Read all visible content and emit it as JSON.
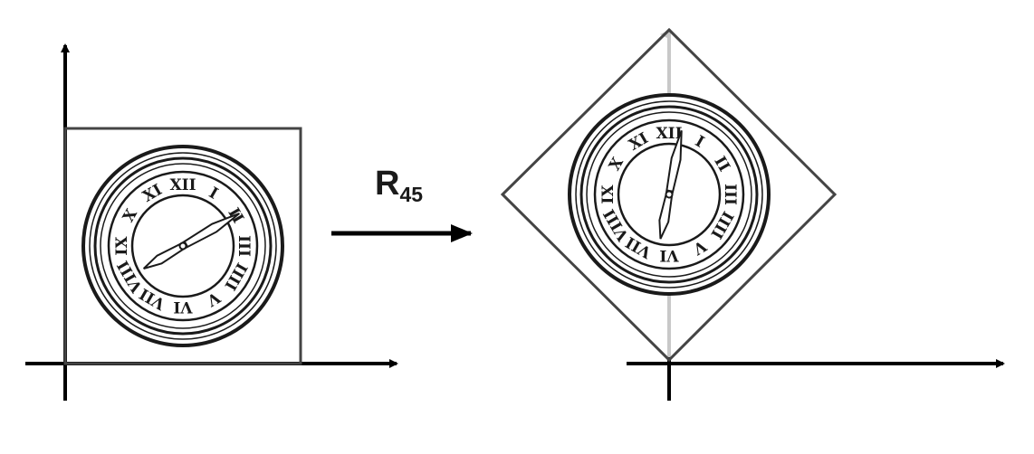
{
  "transform": {
    "label_main": "R",
    "label_sub": "45",
    "rotation_deg": 45
  },
  "colors": {
    "ink": "#1a1a1a",
    "axis": "#000000",
    "faint_axis": "#c8c8c8",
    "background": "#ffffff"
  },
  "clock": {
    "numerals": [
      "XII",
      "I",
      "II",
      "III",
      "IIII",
      "V",
      "VI",
      "VII",
      "VIII",
      "IX",
      "X",
      "XI"
    ]
  }
}
